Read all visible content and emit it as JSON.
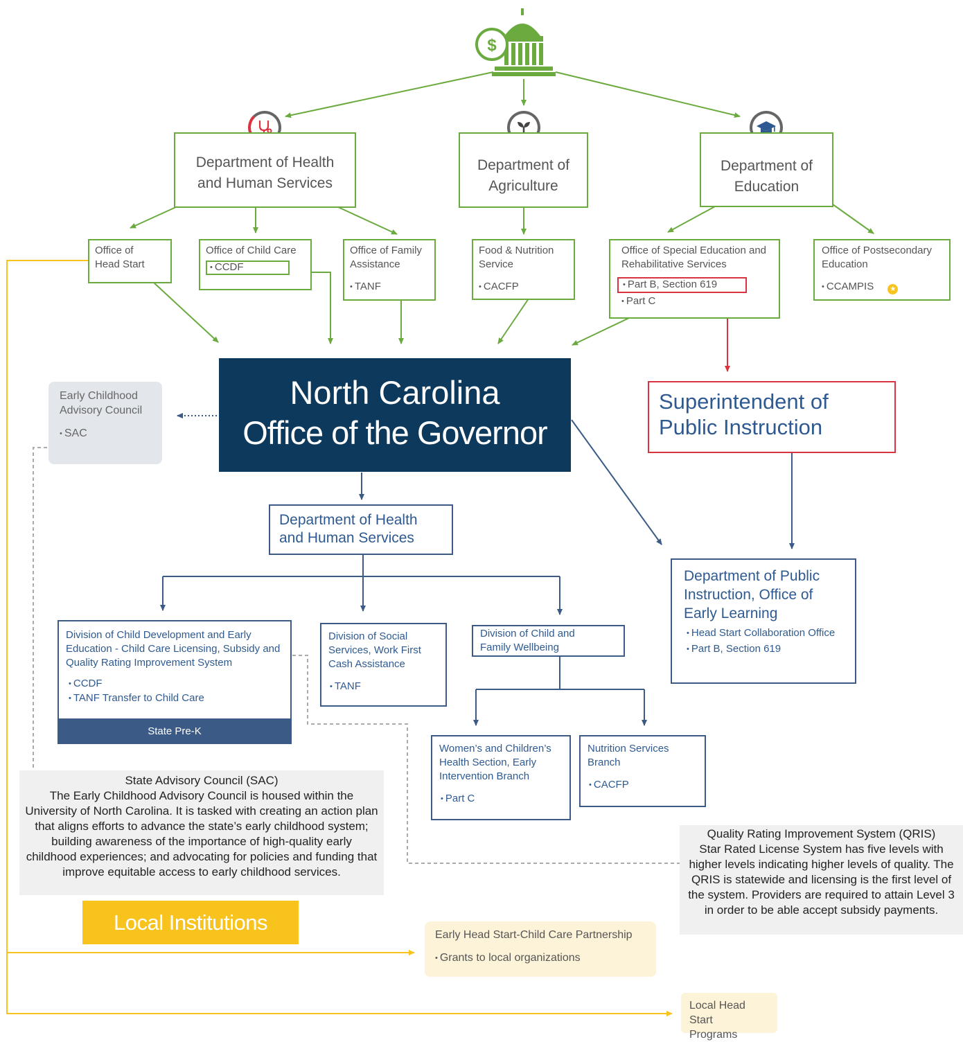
{
  "federal": {
    "hhs": "Department of Health and Human Services",
    "agriculture": "Department of Agriculture",
    "education": "Department of Education",
    "head_start": "Office of Head Start",
    "child_care": {
      "title": "Office of Child Care",
      "items": [
        "CCDF"
      ]
    },
    "family_assistance": {
      "title": "Office of Family Assistance",
      "items": [
        "TANF"
      ]
    },
    "food_nutrition": {
      "title": "Food & Nutrition Service",
      "items": [
        "CACFP"
      ]
    },
    "special_ed": {
      "title": "Office of Special Education and Rehabilitative Services",
      "items": [
        "Part B, Section 619",
        "Part C"
      ]
    },
    "postsecondary": {
      "title": "Office of Postsecondary Education",
      "items": [
        "CCAMPIS"
      ]
    }
  },
  "governor": {
    "line1": "North Carolina",
    "line2": "Office of the Governor"
  },
  "ecac": {
    "title": "Early Childhood Advisory Council",
    "items": [
      "SAC"
    ]
  },
  "superintendent": "Superintendent of Public Instruction",
  "state": {
    "hhs": "Department of Health and Human Services",
    "dpi": {
      "title": "Department of Public Instruction, Office of Early Learning",
      "items": [
        "Head Start Collaboration Office",
        "Part B, Section 619"
      ]
    },
    "dcdee": {
      "title": "Division of Child Development and Early Education - Child Care Licensing, Subsidy and Quality Rating Improvement System",
      "items": [
        "CCDF",
        "TANF Transfer to Child Care"
      ],
      "footer": "State Pre-K"
    },
    "dss": {
      "title": "Division of Social Services, Work First Cash Assistance",
      "items": [
        "TANF"
      ]
    },
    "dcfw": {
      "title": "Division of Child and Family Wellbeing"
    },
    "wch": {
      "title": "Women’s and Children’s Health Section, Early Intervention Branch",
      "items": [
        "Part C"
      ]
    },
    "nutrition": {
      "title": "Nutrition Services Branch",
      "items": [
        "CACFP"
      ]
    }
  },
  "sac_note": {
    "title": "State Advisory Council (SAC)",
    "body": "The Early Childhood Advisory Council is housed within the University of North Carolina. It is tasked with creating an action plan that aligns efforts to advance the state’s early childhood system; building awareness of the importance of high-quality early childhood experiences; and advocating for policies and funding that improve equitable access to early childhood services."
  },
  "qris_note": {
    "title": "Quality Rating Improvement System (QRIS)",
    "body": "Star Rated License System has five levels with higher levels indicating higher levels of quality. The QRIS is statewide and licensing is the first level of the system. Providers are required to attain Level 3 in order to be able accept subsidy payments."
  },
  "local": {
    "title": "Local Institutions",
    "ehs_ccp": {
      "title": "Early Head Start-Child Care Partnership",
      "items": [
        "Grants to local organizations"
      ]
    },
    "local_head_start": "Local Head Start Programs"
  },
  "icons": [
    "capitol-dollar-icon",
    "stethoscope-icon",
    "sprout-icon",
    "graduation-cap-icon",
    "star-icon"
  ],
  "colors": {
    "federal_green": "#6aaa3f",
    "state_blue": "#3b5b86",
    "governor_navy": "#0d3a5c",
    "superintendent_red": "#d9333f",
    "local_yellow": "#f7c31c"
  }
}
